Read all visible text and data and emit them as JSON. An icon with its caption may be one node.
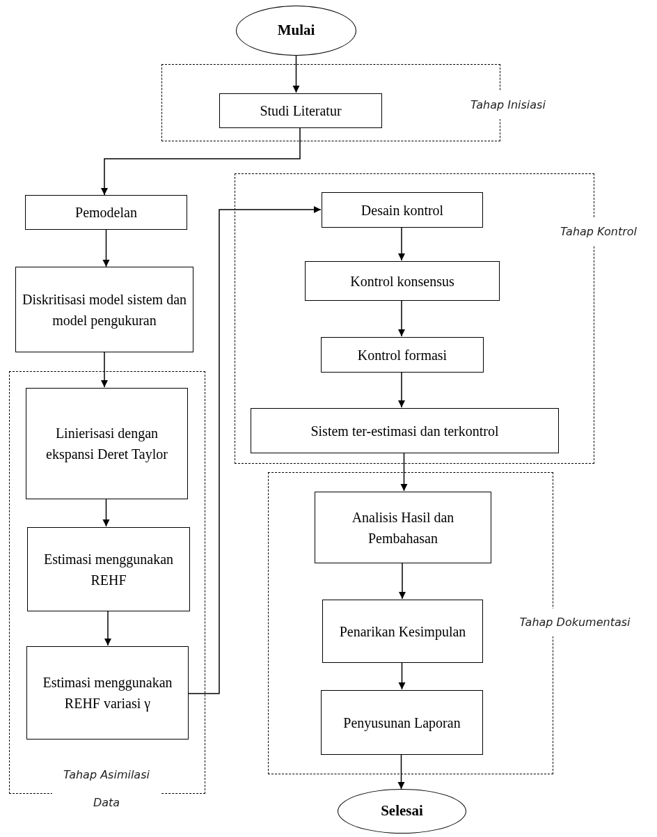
{
  "diagram": {
    "nodes": [
      {
        "text": [
          "Mulai"
        ]
      },
      {
        "text": [
          "Tahap Inisiasi"
        ]
      },
      {
        "text": [
          "Studi Literatur"
        ],
        "in": 1
      },
      {
        "text": [
          "Pemodelan"
        ]
      },
      {
        "text": [
          "Diskritisasi model sistem dan model pengukuran"
        ]
      },
      {
        "text": [
          "Tahap Asimilasi Data"
        ]
      },
      {
        "text": [
          "Linierisasi dengan ekspansi Deret Taylor"
        ],
        "in": 5
      },
      {
        "text": [
          "Estimasi menggunakan REHF"
        ],
        "in": 5
      },
      {
        "text": [
          "Estimasi menggunakan REHF variasi γ"
        ],
        "in": 5
      },
      {
        "text": [
          "Tahap Kontrol"
        ]
      },
      {
        "text": [
          "Desain kontrol"
        ],
        "in": 9
      },
      {
        "text": [
          "Kontrol konsensus"
        ],
        "in": 9
      },
      {
        "text": [
          "Kontrol formasi"
        ],
        "in": 9
      },
      {
        "text": [
          "Sistem ter-estimasi dan terkontrol"
        ],
        "in": 9
      },
      {
        "text": [
          "Tahap Dokumentasi"
        ]
      },
      {
        "text": [
          "Analisis Hasil dan Pembahasan"
        ],
        "in": 14
      },
      {
        "text": [
          "Penarikan Kesimpulan"
        ],
        "in": 14
      },
      {
        "text": [
          "Penyusunan Laporan"
        ],
        "in": 14
      },
      {
        "text": [
          "Selesai"
        ]
      }
    ],
    "edges": [
      {
        "from": 0,
        "to": 2,
        "arrow": "to"
      },
      {
        "from": 2,
        "to": 3,
        "arrow": "to"
      },
      {
        "from": 3,
        "to": 4,
        "arrow": "to"
      },
      {
        "from": 4,
        "to": 6,
        "arrow": "to"
      },
      {
        "from": 6,
        "to": 7,
        "arrow": "to"
      },
      {
        "from": 7,
        "to": 8,
        "arrow": "to"
      },
      {
        "from": 8,
        "to": 10,
        "arrow": "to"
      },
      {
        "from": 10,
        "to": 11,
        "arrow": "to"
      },
      {
        "from": 11,
        "to": 12,
        "arrow": "to"
      },
      {
        "from": 12,
        "to": 13,
        "arrow": "to"
      },
      {
        "from": 13,
        "to": 15,
        "arrow": "to"
      },
      {
        "from": 15,
        "to": 16,
        "arrow": "to"
      },
      {
        "from": 16,
        "to": 17,
        "arrow": "to"
      },
      {
        "from": 17,
        "to": 18,
        "arrow": "to"
      }
    ]
  }
}
